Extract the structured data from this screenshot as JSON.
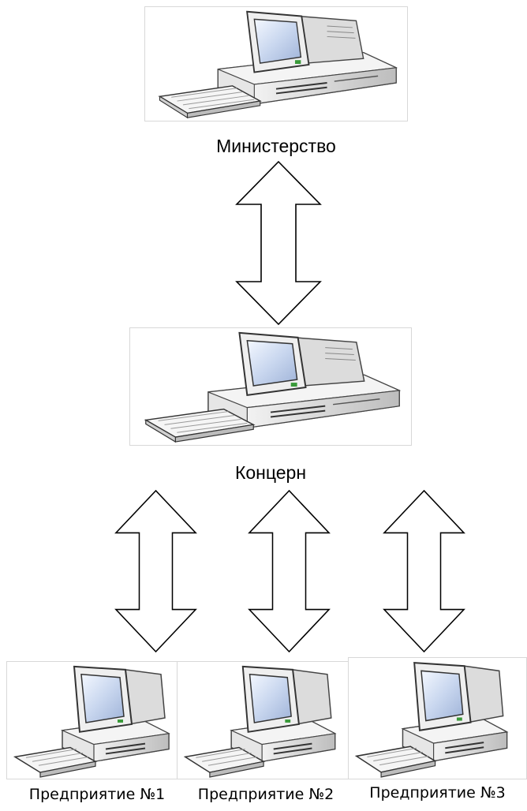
{
  "nodes": {
    "ministry": {
      "label": "Министерство",
      "icon": "computer-icon"
    },
    "concern": {
      "label": "Концерн",
      "icon": "computer-icon"
    },
    "enterprises": [
      {
        "label": "Предприятие №1",
        "icon": "computer-icon"
      },
      {
        "label": "Предприятие №2",
        "icon": "computer-icon"
      },
      {
        "label": "Предприятие №3",
        "icon": "computer-icon"
      }
    ]
  },
  "connectors": [
    {
      "from": "Министерство",
      "to": "Концерн",
      "icon": "double-arrow-icon"
    },
    {
      "from": "Концерн",
      "to": "Предприятие №1",
      "icon": "double-arrow-icon"
    },
    {
      "from": "Концерн",
      "to": "Предприятие №2",
      "icon": "double-arrow-icon"
    },
    {
      "from": "Концерн",
      "to": "Предприятие №3",
      "icon": "double-arrow-icon"
    }
  ]
}
